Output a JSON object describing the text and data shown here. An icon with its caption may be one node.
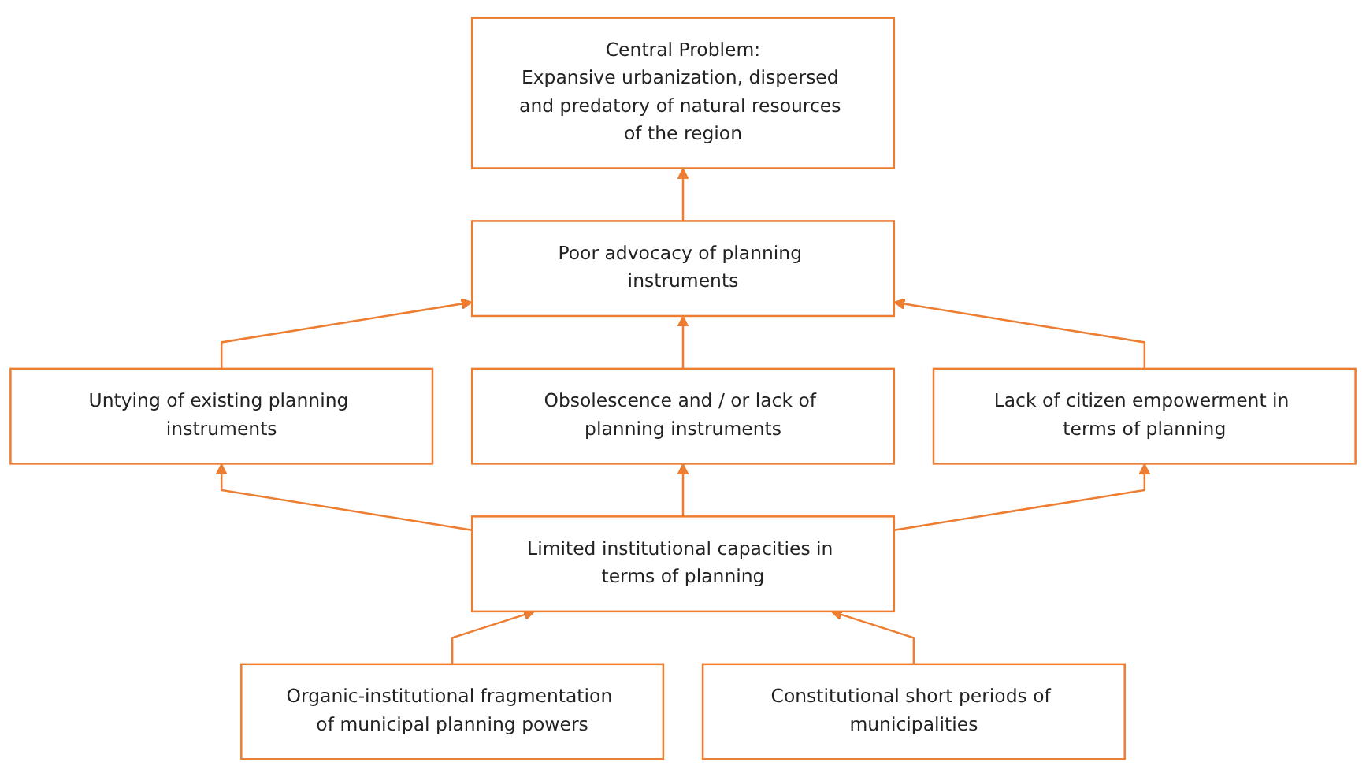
{
  "diagram": {
    "nodes": [
      {
        "text": [
          "Central Problem:",
          "Expansive urbanization, dispersed and predatory of natural resources of the region"
        ]
      },
      {
        "text": [
          "Poor advocacy of planning instruments"
        ]
      },
      {
        "text": [
          "Untying of existing planning instruments"
        ]
      },
      {
        "text": [
          "Obsolescence and / or lack of planning instruments"
        ]
      },
      {
        "text": [
          "Lack of citizen empowerment in terms of planning"
        ]
      },
      {
        "text": [
          "Limited institutional capacities in terms of planning"
        ]
      },
      {
        "text": [
          "Organic-institutional fragmentation of municipal planning powers"
        ]
      },
      {
        "text": [
          "Constitutional short periods of municipalities"
        ]
      }
    ],
    "edges": [
      {
        "from": 1,
        "to": 0,
        "arrow": "to"
      },
      {
        "from": 2,
        "to": 1,
        "arrow": "to"
      },
      {
        "from": 3,
        "to": 1,
        "arrow": "to"
      },
      {
        "from": 4,
        "to": 1,
        "arrow": "to"
      },
      {
        "from": 5,
        "to": 2,
        "arrow": "to"
      },
      {
        "from": 5,
        "to": 3,
        "arrow": "to"
      },
      {
        "from": 5,
        "to": 4,
        "arrow": "to"
      },
      {
        "from": 6,
        "to": 5,
        "arrow": "to"
      },
      {
        "from": 7,
        "to": 5,
        "arrow": "to"
      }
    ]
  }
}
